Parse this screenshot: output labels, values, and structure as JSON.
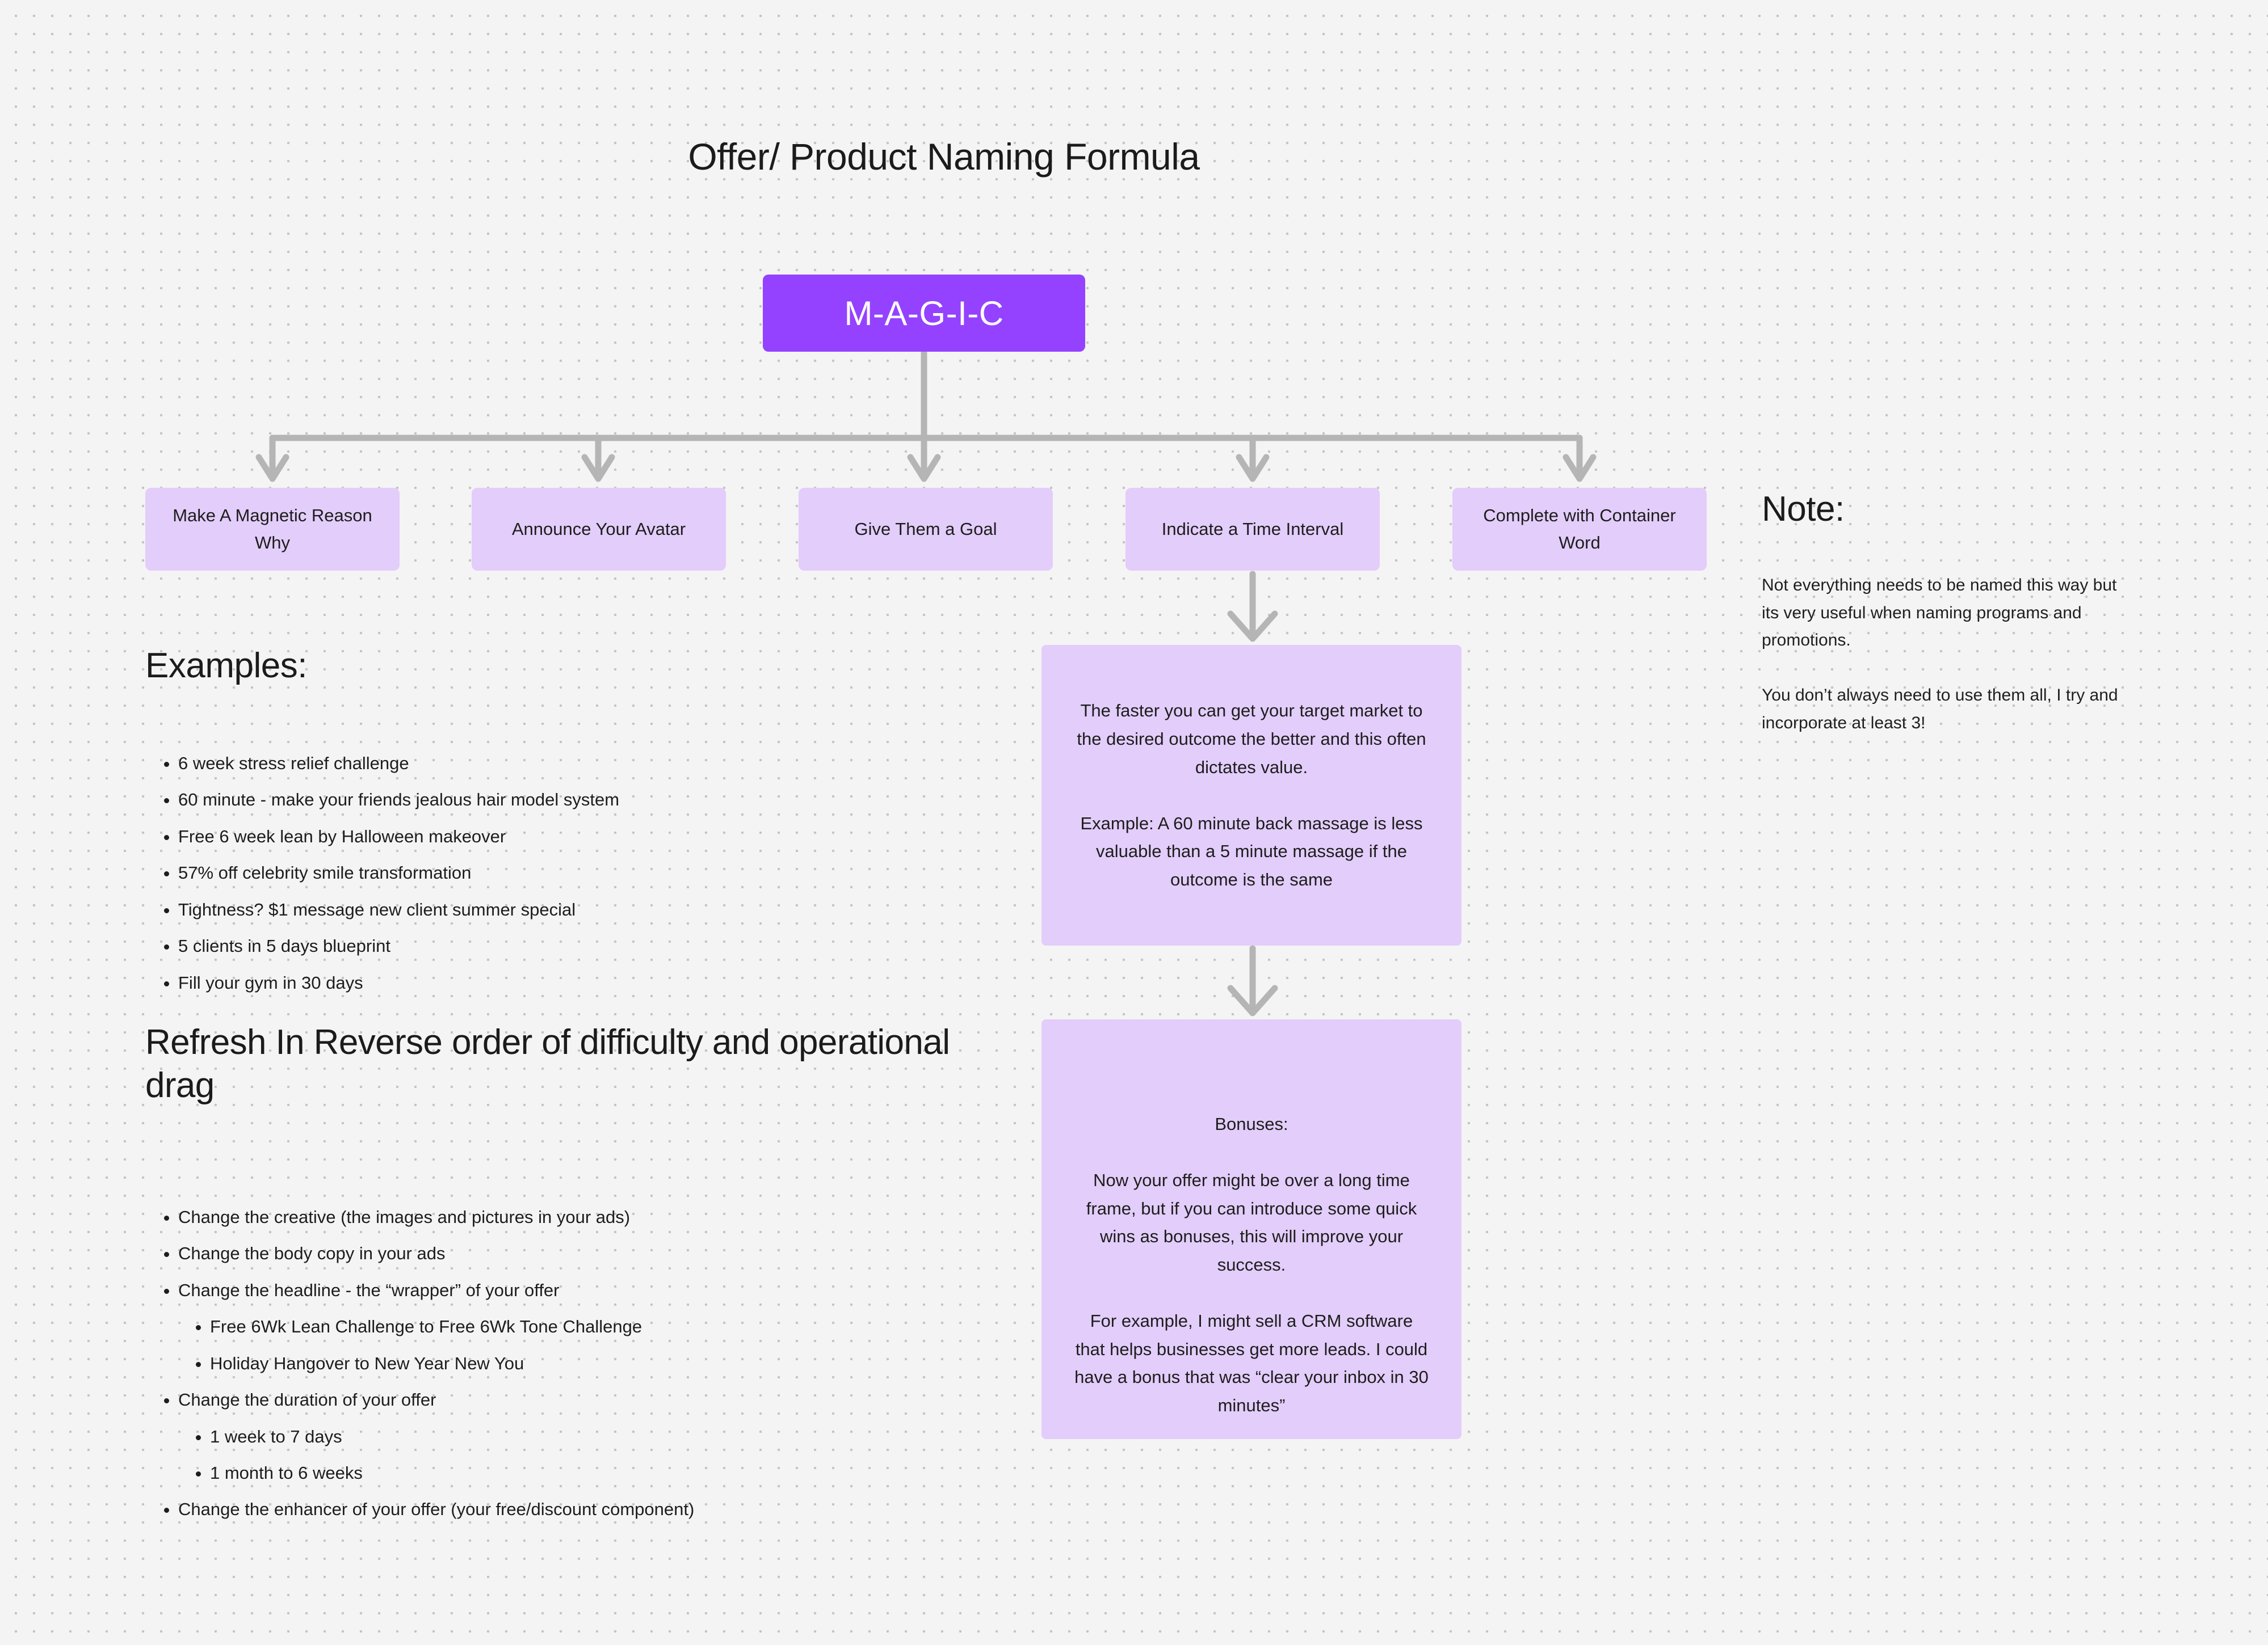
{
  "title": "Offer/ Product Naming Formula",
  "root_node": {
    "label": "M-A-G-I-C",
    "color": "#9442ff"
  },
  "child_nodes": [
    {
      "label": "Make A Magnetic Reason Why"
    },
    {
      "label": "Announce Your Avatar"
    },
    {
      "label": "Give Them a Goal"
    },
    {
      "label": "Indicate a Time Interval"
    },
    {
      "label": "Complete with Container Word"
    }
  ],
  "node_color": "#e3cdfa",
  "connector_color": "#b5b5b5",
  "note": {
    "heading": "Note:",
    "body": "Not everything needs to be named this way but its very useful when naming programs and promotions.\n\nYou don’t always need to use them all, I try and incorporate at least 3!"
  },
  "examples": {
    "heading": "Examples:",
    "items": [
      "6 week stress relief challenge",
      "60 minute - make your friends jealous hair model system",
      "Free 6 week lean by Halloween makeover",
      "57% off celebrity smile transformation",
      "Tightness? $1 message new client summer special",
      "5 clients in 5 days blueprint",
      "Fill your gym in 30 days"
    ]
  },
  "refresh": {
    "heading": "Refresh In Reverse order of difficulty and operational drag",
    "items": [
      {
        "text": "Change the creative (the images and pictures in your ads)",
        "children": []
      },
      {
        "text": "Change the body copy in your ads",
        "children": []
      },
      {
        "text": "Change the headline - the “wrapper” of your offer",
        "children": [
          "Free 6Wk Lean Challenge to Free 6Wk Tone Challenge",
          "Holiday Hangover to New Year New You"
        ]
      },
      {
        "text": "Change the duration of your offer",
        "children": [
          "1 week to 7 days",
          "1 month to 6 weeks"
        ]
      },
      {
        "text": "Change the enhancer of your offer (your free/discount component)",
        "children": []
      }
    ]
  },
  "detail_cards": {
    "speed": "The faster you can get your target market to the desired outcome the better and this often dictates value.\n\nExample: A 60 minute back massage is less valuable than a 5 minute massage if the outcome is the same",
    "bonuses": "Bonuses:\n\nNow your offer might be over a long time frame, but if you can introduce some quick wins as bonuses, this will improve your success.\n\nFor example, I might sell a CRM software that helps businesses get more leads. I could have a bonus that was “clear your inbox in 30 minutes”"
  }
}
